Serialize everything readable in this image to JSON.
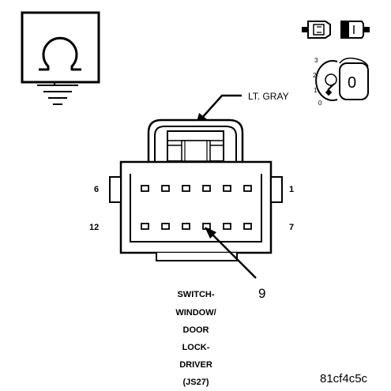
{
  "colors": {
    "ink": "#000000",
    "paper": "#ffffff"
  },
  "icons": {
    "ohmmeter": "ohm-symbol-with-ground-icon",
    "connector_disconnect": "connector-disconnect-icon",
    "ignition_key": "ignition-key-icon"
  },
  "ignition": {
    "positions": [
      "3",
      "2",
      "1",
      "0"
    ],
    "key_label": "0"
  },
  "wire_color_label": "LT. GRAY",
  "pin_labels": {
    "top_left": "6",
    "top_right": "1",
    "bottom_left": "12",
    "bottom_right": "7"
  },
  "pin_callout": "9",
  "component_name": [
    "SWITCH-",
    "WINDOW/",
    "DOOR",
    "LOCK-",
    "DRIVER",
    "(JS27)"
  ],
  "figure_code": "81cf4c5c"
}
